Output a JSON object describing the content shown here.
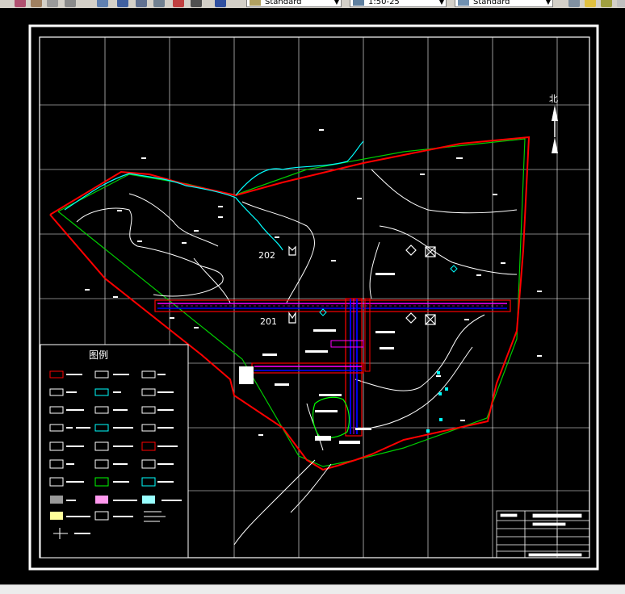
{
  "toolbar": {
    "text_style": "Standard",
    "dim_scale": "1:50-25",
    "table_style": "Standard"
  },
  "drawing": {
    "legend_title": "图例",
    "north_label": "北",
    "block_labels": [
      "202",
      "201"
    ],
    "colors": {
      "boundary": "#ff0000",
      "grid": "#ffffff",
      "road": "#ff00ff",
      "green": "#00ff00",
      "water": "#00ffff",
      "pipe": "#0000ff"
    }
  }
}
